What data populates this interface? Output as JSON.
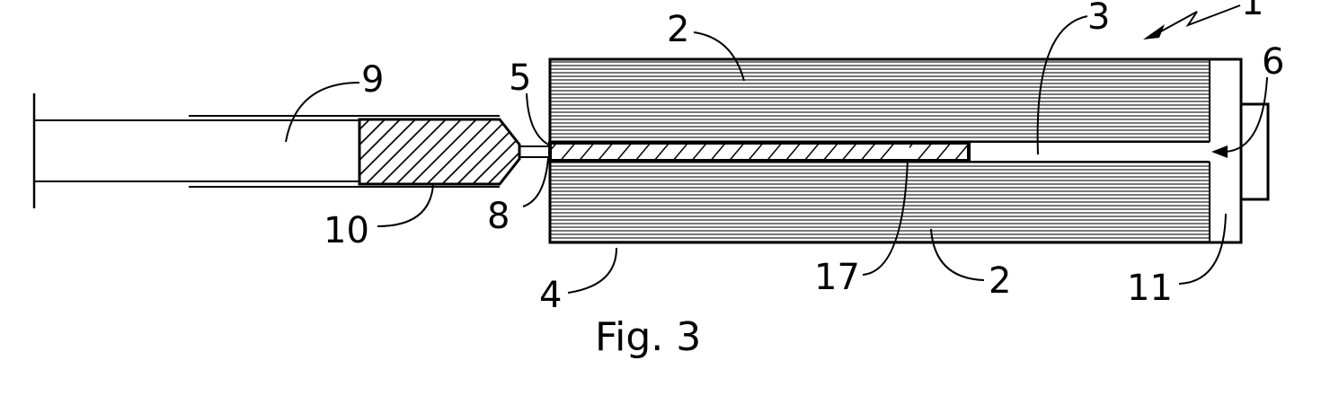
{
  "figure": {
    "caption": "Fig. 3",
    "labels": {
      "l1": "1",
      "l2_top": "2",
      "l2_bottom": "2",
      "l3": "3",
      "l4": "4",
      "l5": "5",
      "l6": "6",
      "l8": "8",
      "l9": "9",
      "l10": "10",
      "l11": "11",
      "l17": "17"
    }
  }
}
